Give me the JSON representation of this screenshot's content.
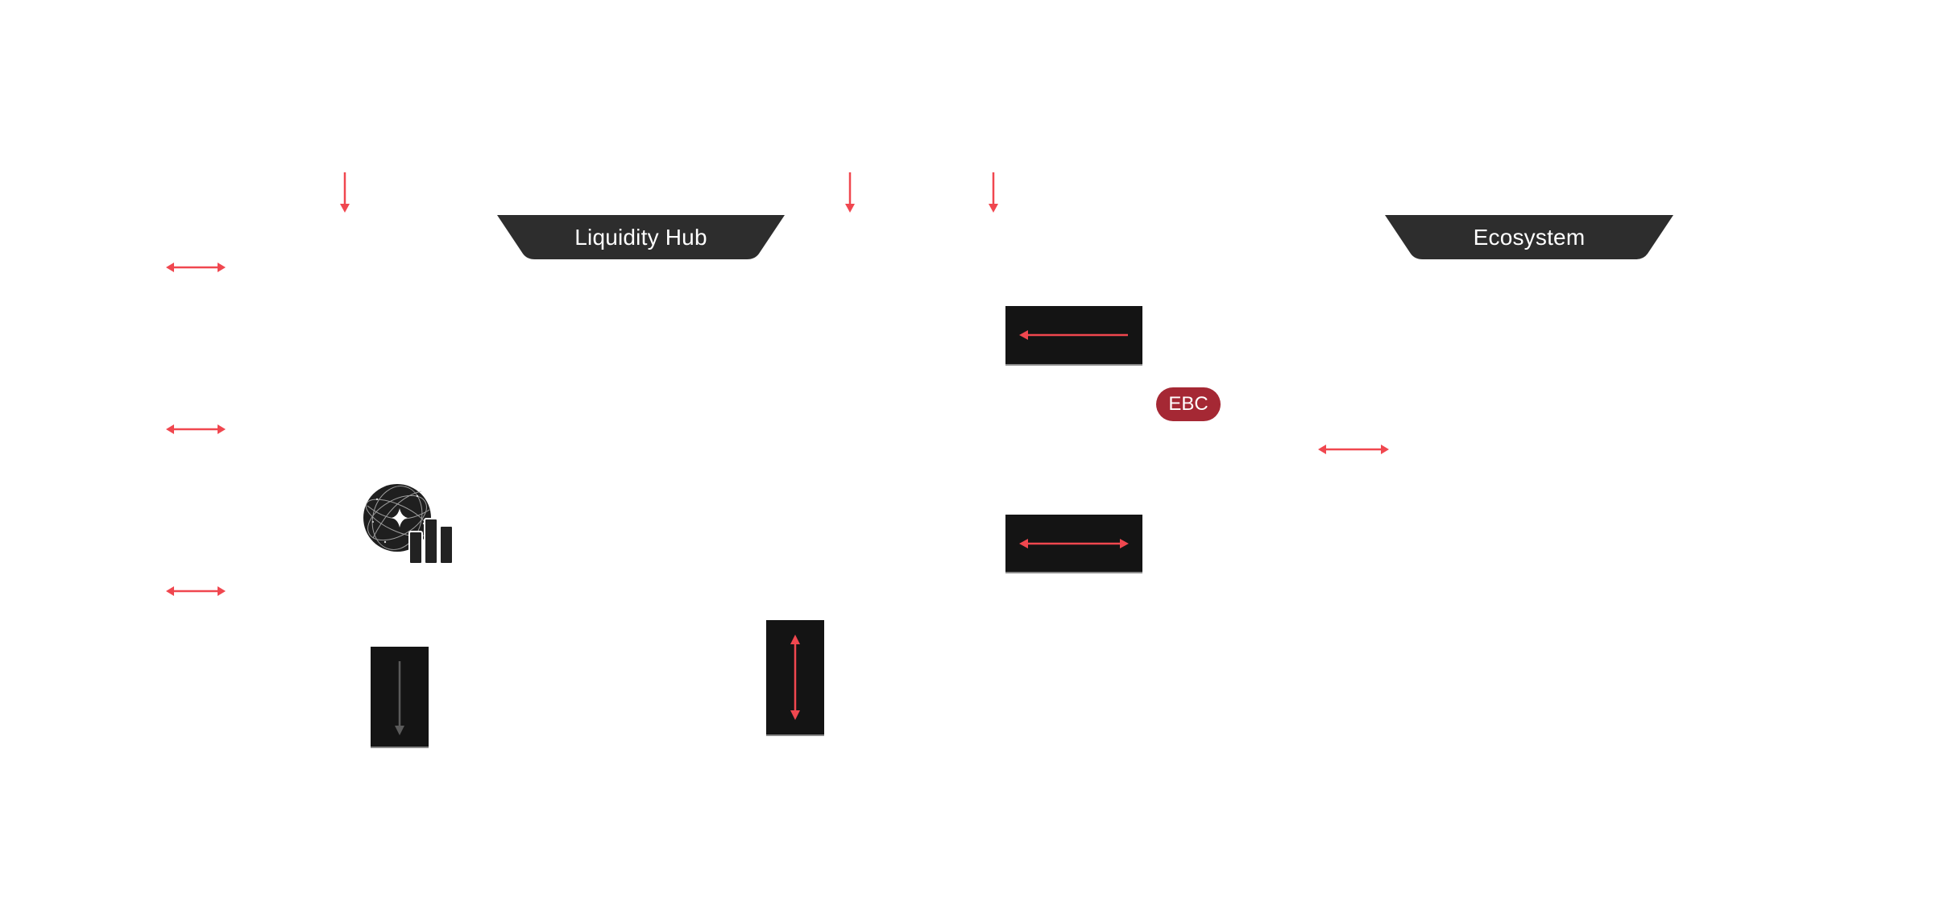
{
  "diagram": {
    "colors": {
      "arrow": "#f0474f",
      "banner_bg": "#2d2d2d",
      "box_bg": "#141414",
      "pill_bg": "#a52834",
      "muted_arrow": "#5a5a5a",
      "text_on_dark": "#ffffff"
    },
    "banners": [
      {
        "label": "Liquidity Hub"
      },
      {
        "label": "Ecosystem"
      }
    ],
    "badge": {
      "label": "EBC"
    },
    "icons": [
      {
        "name": "globe-with-bar-chart-icon"
      }
    ],
    "connectors": [
      {
        "type": "arrow-down",
        "color": "#f0474f"
      },
      {
        "type": "arrow-down",
        "color": "#f0474f"
      },
      {
        "type": "arrow-down",
        "color": "#f0474f"
      },
      {
        "type": "double-arrow-horizontal",
        "color": "#f0474f"
      },
      {
        "type": "double-arrow-horizontal",
        "color": "#f0474f"
      },
      {
        "type": "double-arrow-horizontal",
        "color": "#f0474f"
      },
      {
        "type": "double-arrow-horizontal",
        "color": "#f0474f"
      }
    ],
    "boxes": [
      {
        "arrow": "arrow-left",
        "color": "#f0474f"
      },
      {
        "arrow": "double-arrow-horizontal",
        "color": "#f0474f"
      },
      {
        "arrow": "arrow-down",
        "color": "#5a5a5a"
      },
      {
        "arrow": "double-arrow-vertical",
        "color": "#f0474f"
      }
    ]
  }
}
